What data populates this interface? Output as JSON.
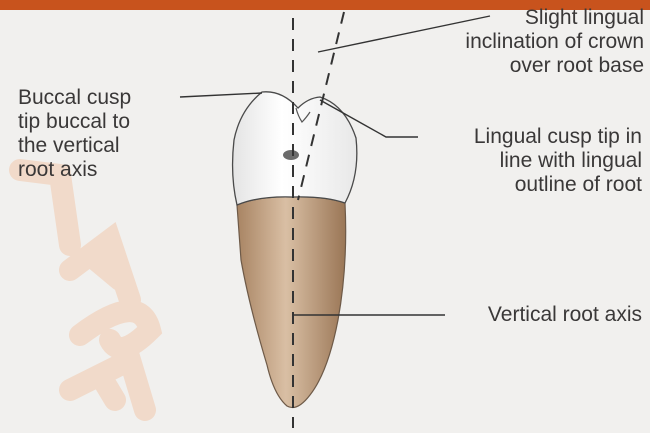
{
  "header": {
    "bar_color": "#c8531d"
  },
  "watermark": {
    "text": "LLEGE",
    "color": "#f2c9ad"
  },
  "labels": {
    "buccal_cusp": [
      "Buccal cusp",
      "tip buccal to",
      "the vertical",
      "root axis"
    ],
    "slight_lingual": [
      "Slight lingual",
      "inclination  of crown",
      "over root base"
    ],
    "lingual_cusp": [
      "Lingual cusp tip in",
      "line with lingual",
      "outline of root"
    ],
    "vertical_axis": [
      "Vertical root axis"
    ]
  },
  "colors": {
    "crown": "#fbfbfb",
    "root": "#c7a585",
    "text": "#3a3838"
  }
}
